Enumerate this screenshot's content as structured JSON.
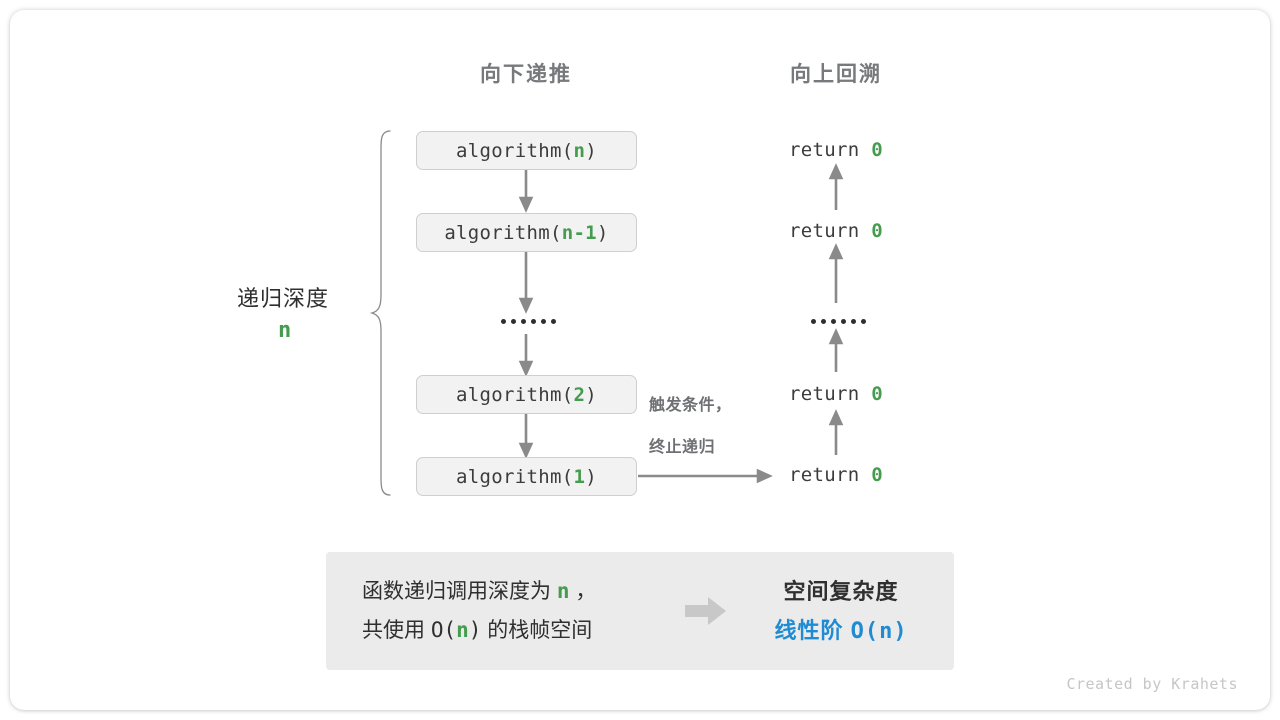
{
  "headers": {
    "down": "向下递推",
    "up": "向上回溯"
  },
  "call_stack": [
    {
      "prefix": "algorithm(",
      "arg": "n",
      "suffix": ")"
    },
    {
      "prefix": "algorithm(",
      "arg": "n-1",
      "suffix": ")"
    },
    {
      "prefix": "algorithm(",
      "arg": "2",
      "suffix": ")"
    },
    {
      "prefix": "algorithm(",
      "arg": "1",
      "suffix": ")"
    }
  ],
  "returns": [
    {
      "keyword": "return",
      "value": "0"
    },
    {
      "keyword": "return",
      "value": "0"
    },
    {
      "keyword": "return",
      "value": "0"
    },
    {
      "keyword": "return",
      "value": "0"
    }
  ],
  "ellipsis_dot_count": 6,
  "depth": {
    "title": "递归深度",
    "value": "n"
  },
  "trigger_note": {
    "line1": "触发条件，",
    "line2": "终止递归"
  },
  "summary": {
    "left_line1_a": "函数递归调用深度为",
    "left_line1_var": "n",
    "left_line1_b": "，",
    "left_line2_a": "共使用",
    "left_line2_bigo_open": "O(",
    "left_line2_var": "n",
    "left_line2_bigo_close": ")",
    "left_line2_b": "的栈帧空间",
    "right_line1": "空间复杂度",
    "right_line2_label": "线性阶",
    "right_line2_value": "O(n)"
  },
  "credit": "Created by Krahets",
  "colors": {
    "green": "#469c4e",
    "blue": "#1e8bd3",
    "arrow_gray": "#8a8a8a",
    "box_fill": "#f2f2f2",
    "box_border": "#cfcfcf",
    "panel_fill": "#ebebeb",
    "header_gray": "#77797c",
    "block_arrow": "#c8c8c8"
  }
}
